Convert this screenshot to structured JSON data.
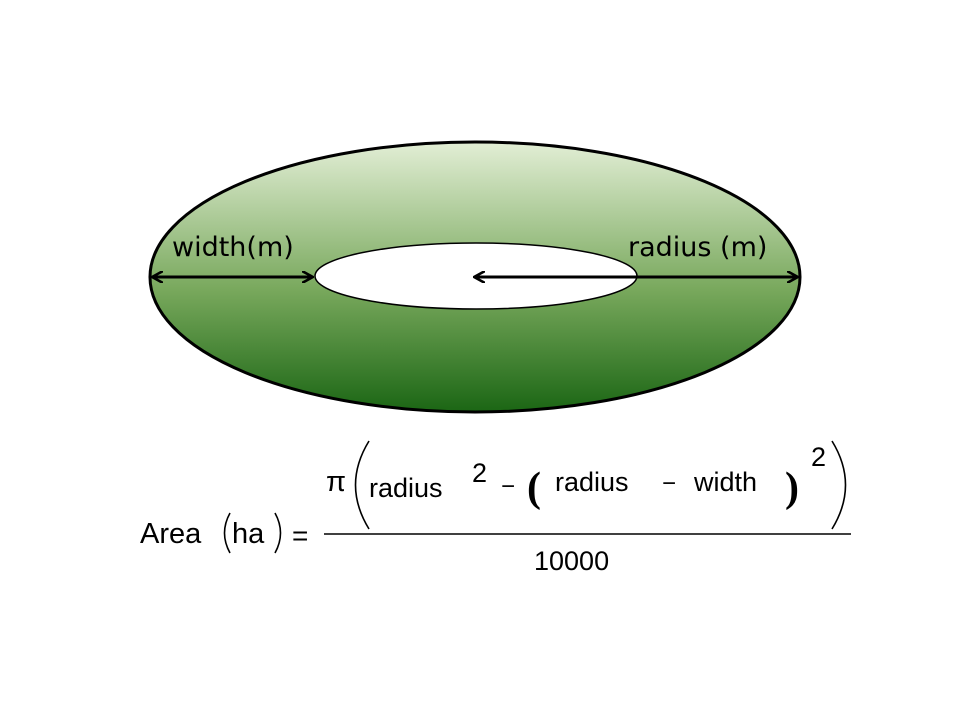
{
  "diagram": {
    "width_label": "width(m)",
    "radius_label": "radius (m)",
    "colors": {
      "ring_top": "#e2eed5",
      "ring_bottom": "#1b6614",
      "ring_stroke": "#000000",
      "hole_fill": "#ffffff"
    }
  },
  "equation": {
    "lhs_area": "Area",
    "lhs_unit": "ha",
    "equals": "=",
    "pi": "π",
    "term_radius": "radius",
    "exp_first": "2",
    "minus_first": "−",
    "inner_radius": "radius",
    "minus_inner": "−",
    "inner_width": "width",
    "exp_outer": "2",
    "denominator": "10000"
  }
}
